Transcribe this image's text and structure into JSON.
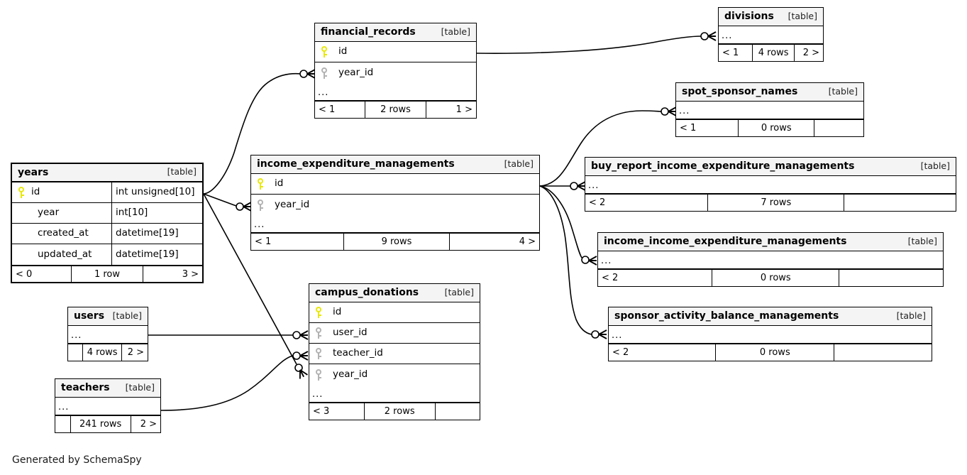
{
  "diagram": {
    "title": "SchemaSpy relationships diagram",
    "credit": "Generated by SchemaSpy",
    "table_tag": "[table]",
    "ellipsis": "...",
    "colors": {
      "primary_key": "#e8e80a",
      "foreign_key": "#b3b3b3",
      "header_background": "#f4f4f4",
      "border": "#000000",
      "background": "#ffffff"
    }
  },
  "tables": [
    {
      "id": "financial_records",
      "name": "financial_records",
      "tag": "[table]",
      "columns": [
        {
          "name": "id",
          "key": "pk",
          "type": ""
        },
        {
          "name": "year_id",
          "key": "fk",
          "type": ""
        }
      ],
      "has_more_columns": true,
      "footer": {
        "left": "< 1",
        "center": "2 rows",
        "right": "1 >"
      }
    },
    {
      "id": "divisions",
      "name": "divisions",
      "tag": "[table]",
      "columns": [],
      "has_more_columns": true,
      "footer": {
        "left": "< 1",
        "center": "4 rows",
        "right": "2 >"
      }
    },
    {
      "id": "spot_sponsor_names",
      "name": "spot_sponsor_names",
      "tag": "[table]",
      "columns": [],
      "has_more_columns": true,
      "footer": {
        "left": "< 1",
        "center": "0 rows",
        "right": ""
      }
    },
    {
      "id": "years",
      "name": "years",
      "tag": "[table]",
      "columns": [
        {
          "name": "id",
          "key": "pk",
          "type": "int unsigned[10]"
        },
        {
          "name": "year",
          "key": "none",
          "type": "int[10]"
        },
        {
          "name": "created_at",
          "key": "none",
          "type": "datetime[19]"
        },
        {
          "name": "updated_at",
          "key": "none",
          "type": "datetime[19]"
        }
      ],
      "has_more_columns": false,
      "footer": {
        "left": "< 0",
        "center": "1 row",
        "right": "3 >"
      }
    },
    {
      "id": "income_expenditure_managements",
      "name": "income_expenditure_managements",
      "tag": "[table]",
      "columns": [
        {
          "name": "id",
          "key": "pk",
          "type": ""
        },
        {
          "name": "year_id",
          "key": "fk",
          "type": ""
        }
      ],
      "has_more_columns": true,
      "footer": {
        "left": "< 1",
        "center": "9 rows",
        "right": "4 >"
      }
    },
    {
      "id": "buy_report_income_expenditure_managements",
      "name": "buy_report_income_expenditure_managements",
      "tag": "[table]",
      "columns": [],
      "has_more_columns": true,
      "footer": {
        "left": "< 2",
        "center": "7 rows",
        "right": ""
      }
    },
    {
      "id": "income_income_expenditure_managements",
      "name": "income_income_expenditure_managements",
      "tag": "[table]",
      "columns": [],
      "has_more_columns": true,
      "footer": {
        "left": "< 2",
        "center": "0 rows",
        "right": ""
      }
    },
    {
      "id": "sponsor_activity_balance_managements",
      "name": "sponsor_activity_balance_managements",
      "tag": "[table]",
      "columns": [],
      "has_more_columns": true,
      "footer": {
        "left": "< 2",
        "center": "0 rows",
        "right": ""
      }
    },
    {
      "id": "users",
      "name": "users",
      "tag": "[table]",
      "columns": [],
      "has_more_columns": true,
      "footer": {
        "left": "",
        "center": "4 rows",
        "right": "2 >"
      }
    },
    {
      "id": "teachers",
      "name": "teachers",
      "tag": "[table]",
      "columns": [],
      "has_more_columns": true,
      "footer": {
        "left": "",
        "center": "241 rows",
        "right": "2 >"
      }
    },
    {
      "id": "campus_donations",
      "name": "campus_donations",
      "tag": "[table]",
      "columns": [
        {
          "name": "id",
          "key": "pk",
          "type": ""
        },
        {
          "name": "user_id",
          "key": "fk",
          "type": ""
        },
        {
          "name": "teacher_id",
          "key": "fk",
          "type": ""
        },
        {
          "name": "year_id",
          "key": "fk",
          "type": ""
        }
      ],
      "has_more_columns": true,
      "footer": {
        "left": "< 3",
        "center": "2 rows",
        "right": ""
      }
    }
  ],
  "relationships": [
    {
      "from": "years",
      "to": "financial_records",
      "to_column": "year_id"
    },
    {
      "from": "years",
      "to": "income_expenditure_managements",
      "to_column": "year_id"
    },
    {
      "from": "years",
      "to": "campus_donations",
      "to_column": "year_id"
    },
    {
      "from": "financial_records",
      "to": "divisions",
      "to_column": ""
    },
    {
      "from": "income_expenditure_managements",
      "to": "spot_sponsor_names",
      "to_column": ""
    },
    {
      "from": "income_expenditure_managements",
      "to": "buy_report_income_expenditure_managements",
      "to_column": ""
    },
    {
      "from": "income_expenditure_managements",
      "to": "income_income_expenditure_managements",
      "to_column": ""
    },
    {
      "from": "income_expenditure_managements",
      "to": "sponsor_activity_balance_managements",
      "to_column": ""
    },
    {
      "from": "users",
      "to": "campus_donations",
      "to_column": "user_id"
    },
    {
      "from": "teachers",
      "to": "campus_donations",
      "to_column": "teacher_id"
    }
  ]
}
